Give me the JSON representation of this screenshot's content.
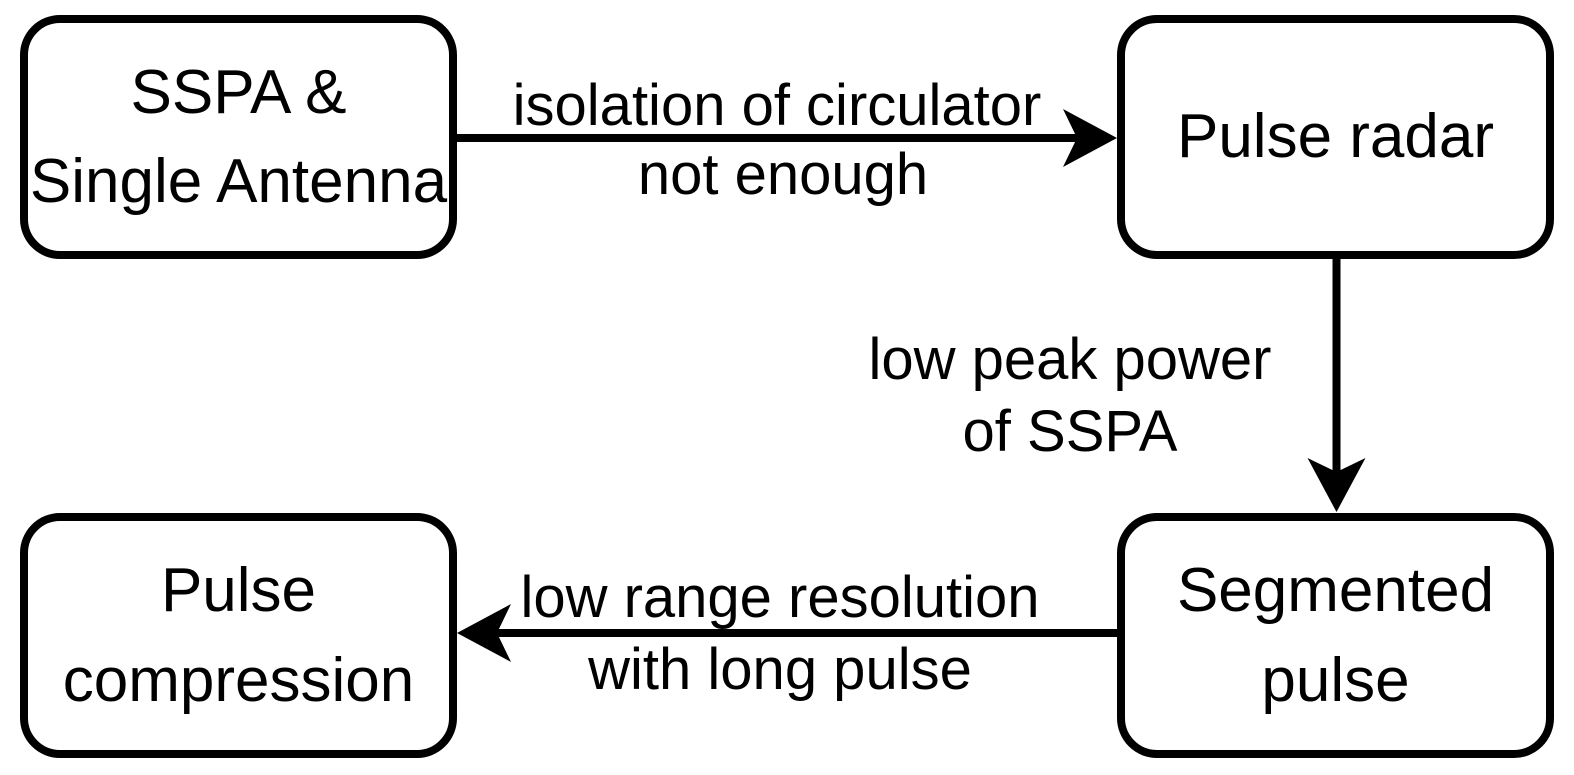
{
  "diagram": {
    "colors": {
      "background": "#ffffff",
      "stroke": "#000000"
    },
    "nodes": {
      "sspa_antenna": {
        "label": "SSPA &\nSingle Antenna"
      },
      "pulse_radar": {
        "label": "Pulse radar"
      },
      "segmented_pulse": {
        "label": "Segmented\npulse"
      },
      "pulse_compression": {
        "label": "Pulse\ncompression"
      }
    },
    "edges": {
      "sspa_to_pulse_radar": {
        "from": "sspa_antenna",
        "to": "pulse_radar",
        "direction": "right",
        "label_line1": "isolation of circulator",
        "label_line2": "not enough"
      },
      "pulse_radar_to_segmented": {
        "from": "pulse_radar",
        "to": "segmented_pulse",
        "direction": "down",
        "label_line1": "low peak power",
        "label_line2": "of SSPA"
      },
      "segmented_to_compression": {
        "from": "segmented_pulse",
        "to": "pulse_compression",
        "direction": "left",
        "label_line1": "low range resolution",
        "label_line2": "with long pulse"
      }
    }
  }
}
